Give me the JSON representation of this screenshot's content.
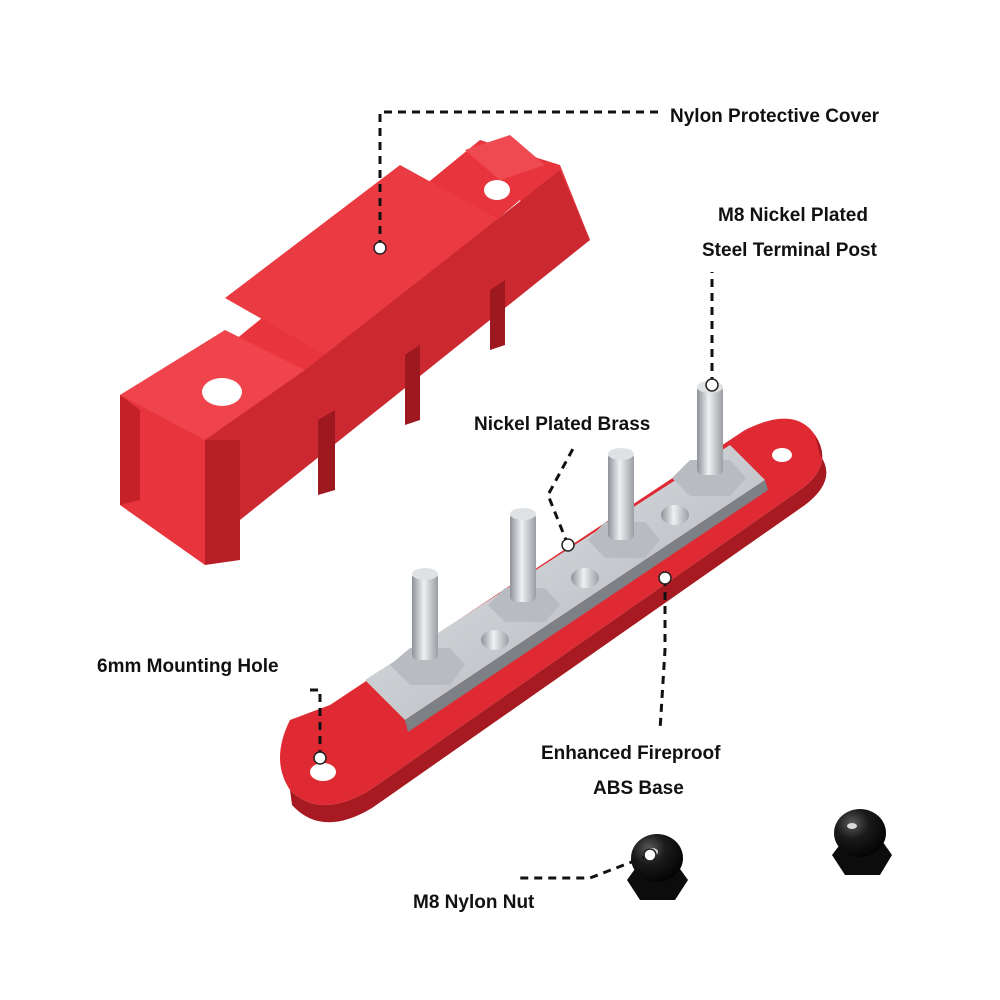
{
  "labels": {
    "cover": "Nylon Protective Cover",
    "post_line1": "M8 Nickel Plated",
    "post_line2": "Steel Terminal Post",
    "brass": "Nickel Plated Brass",
    "hole": "6mm Mounting Hole",
    "base_line1": "Enhanced Fireproof",
    "base_line2": "ABS Base",
    "nut": "M8 Nylon Nut"
  },
  "colors": {
    "cover_red": "#e8343c",
    "cover_shadow": "#b81e26",
    "base_red": "#e02a33",
    "steel": "#c9ccd0",
    "nut_black": "#111111",
    "leader": "#111111"
  }
}
